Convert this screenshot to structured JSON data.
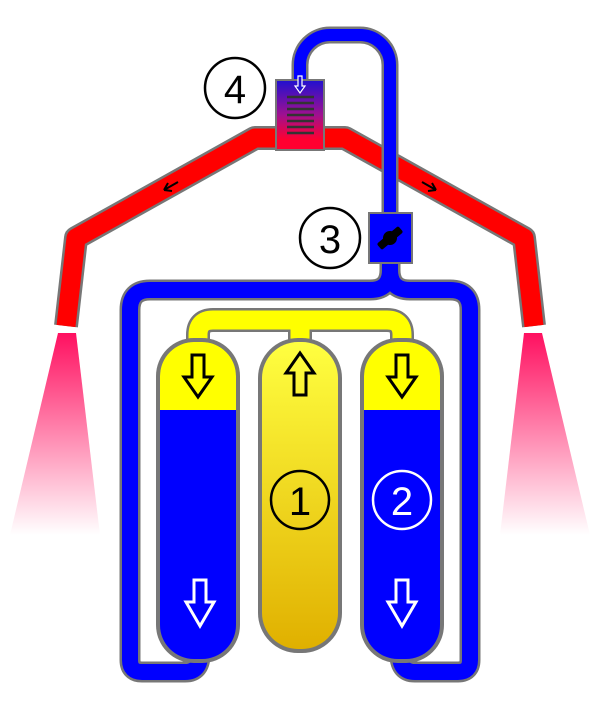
{
  "labels": {
    "combustion_chamber": "1",
    "fuel_tank": "2",
    "valve": "3",
    "heat_exchanger": "4"
  },
  "colors": {
    "fuel_blue": "#0000ff",
    "oxidizer_yellow": "#ffff00",
    "hot_red": "#ff0000",
    "outline": "#777777",
    "chamber_gold": "#e8b800"
  }
}
